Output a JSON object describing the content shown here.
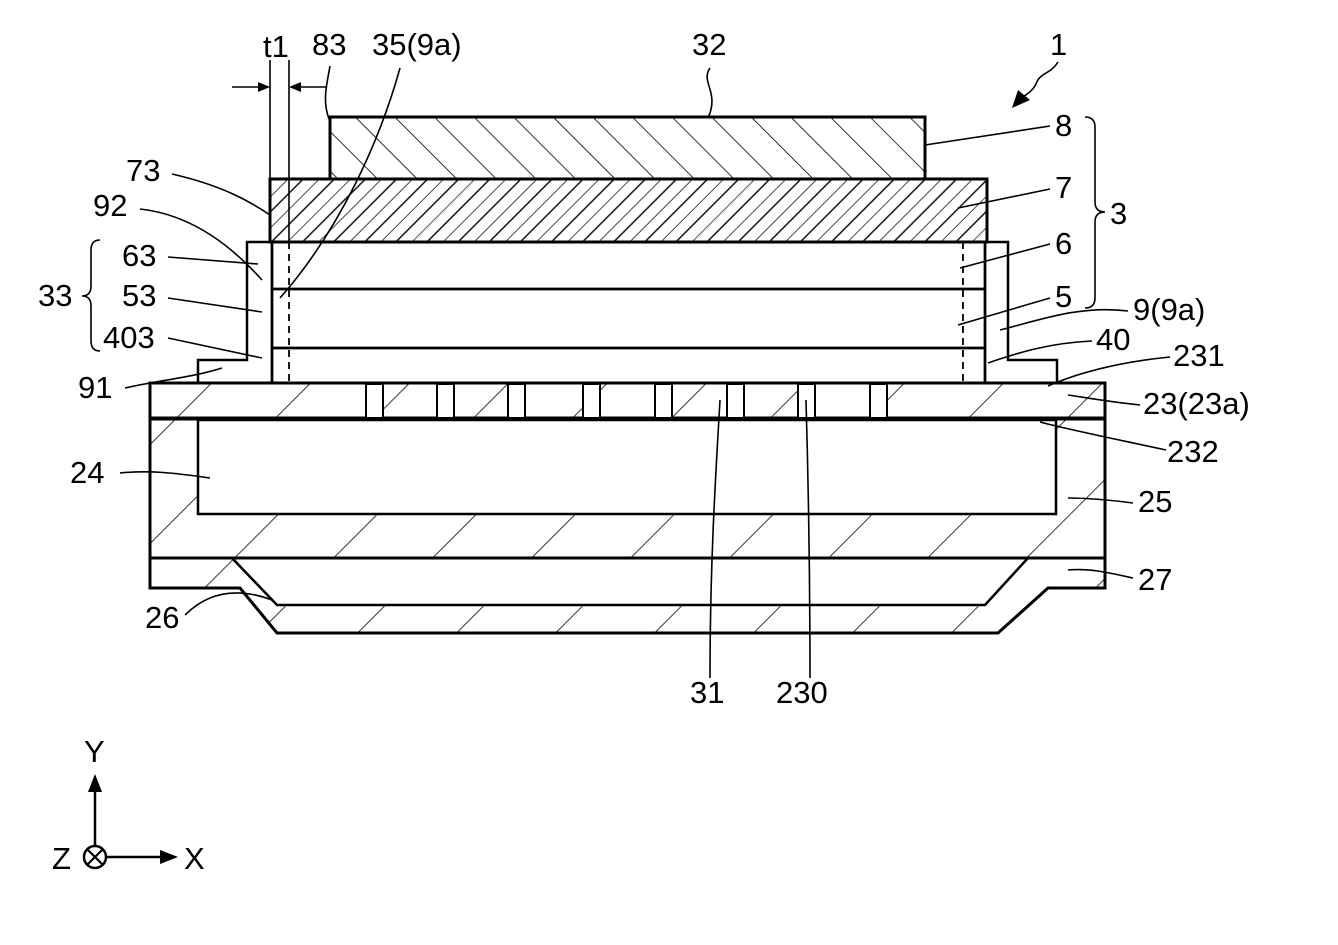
{
  "colors": {
    "line": "#000000",
    "background": "#ffffff",
    "seal_fill": "#e8e8e8"
  },
  "labels": {
    "device": "1",
    "dim_t1": "t1",
    "l83": "83",
    "l35": "35(9a)",
    "l32": "32",
    "l73": "73",
    "l92": "92",
    "l63": "63",
    "l53": "53",
    "l403": "403",
    "l33": "33",
    "l8": "8",
    "l7": "7",
    "l6": "6",
    "l5": "5",
    "l3": "3",
    "l9": "9(9a)",
    "l40": "40",
    "l231": "231",
    "l91": "91",
    "l23": "23(23a)",
    "l232": "232",
    "l24": "24",
    "l25": "25",
    "l27": "27",
    "l26": "26",
    "l31": "31",
    "l230": "230"
  },
  "axes": {
    "y": "Y",
    "x": "X",
    "z": "Z",
    "z_icon": "circle-cross-icon",
    "arrow_icon": "arrow-icon"
  }
}
